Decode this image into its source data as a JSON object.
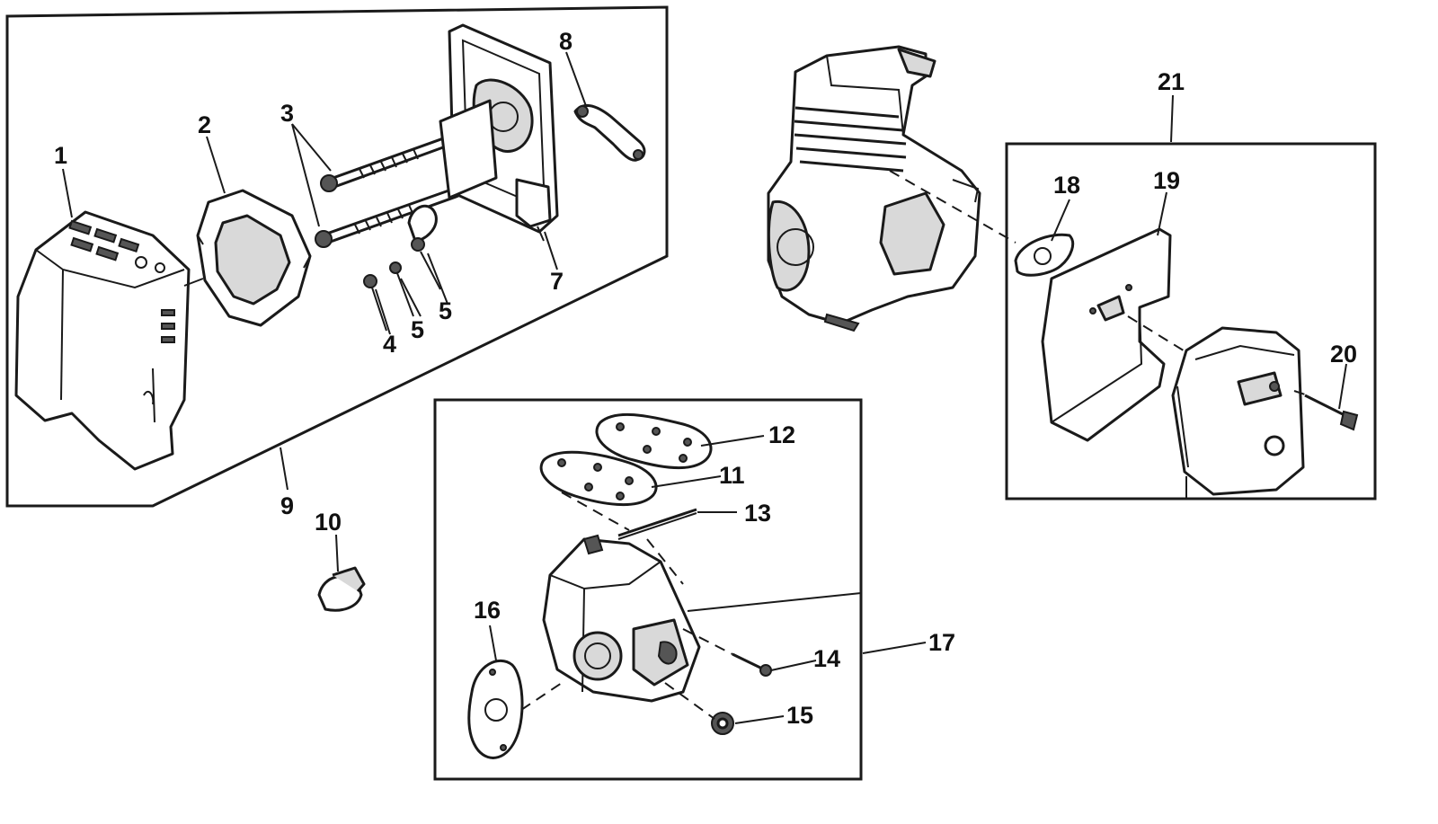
{
  "callouts": {
    "c1": "1",
    "c2": "2",
    "c3": "3",
    "c4": "4",
    "c5a": "5",
    "c5b": "5",
    "c7": "7",
    "c8": "8",
    "c9": "9",
    "c10": "10",
    "c11": "11",
    "c12": "12",
    "c13": "13",
    "c14": "14",
    "c15": "15",
    "c16": "16",
    "c17": "17",
    "c18": "18",
    "c19": "19",
    "c20": "20",
    "c21": "21"
  },
  "colors": {
    "ink": "#1a1a1a",
    "paper": "#ffffff",
    "shade": "#d9d9d9"
  }
}
